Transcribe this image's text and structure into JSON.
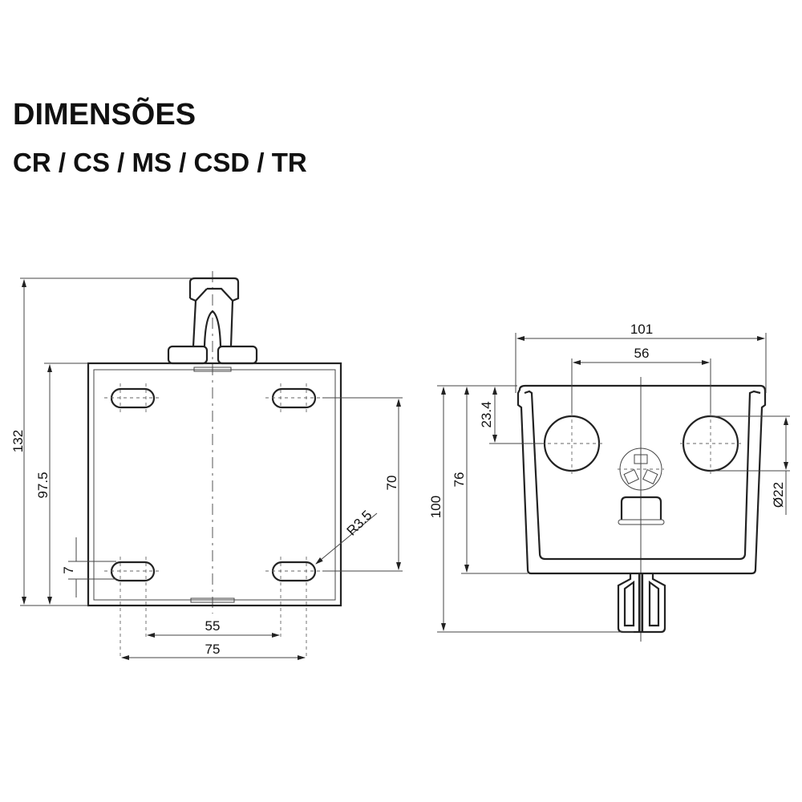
{
  "header": {
    "title": "DIMENSÕES",
    "subtitle": "CR / CS / MS / CSD / TR"
  },
  "front_view": {
    "dims": {
      "total_height": "132",
      "box_height": "97.5",
      "hole_vertical": "70",
      "slot_width": "7",
      "inner_spacing": "55",
      "outer_spacing": "75",
      "radius": "R3.5"
    }
  },
  "side_view": {
    "dims": {
      "width": "101",
      "hole_spacing": "56",
      "total_height": "100",
      "body_height": "76",
      "hole_offset": "23.4",
      "hole_diameter": "Ø22"
    }
  }
}
